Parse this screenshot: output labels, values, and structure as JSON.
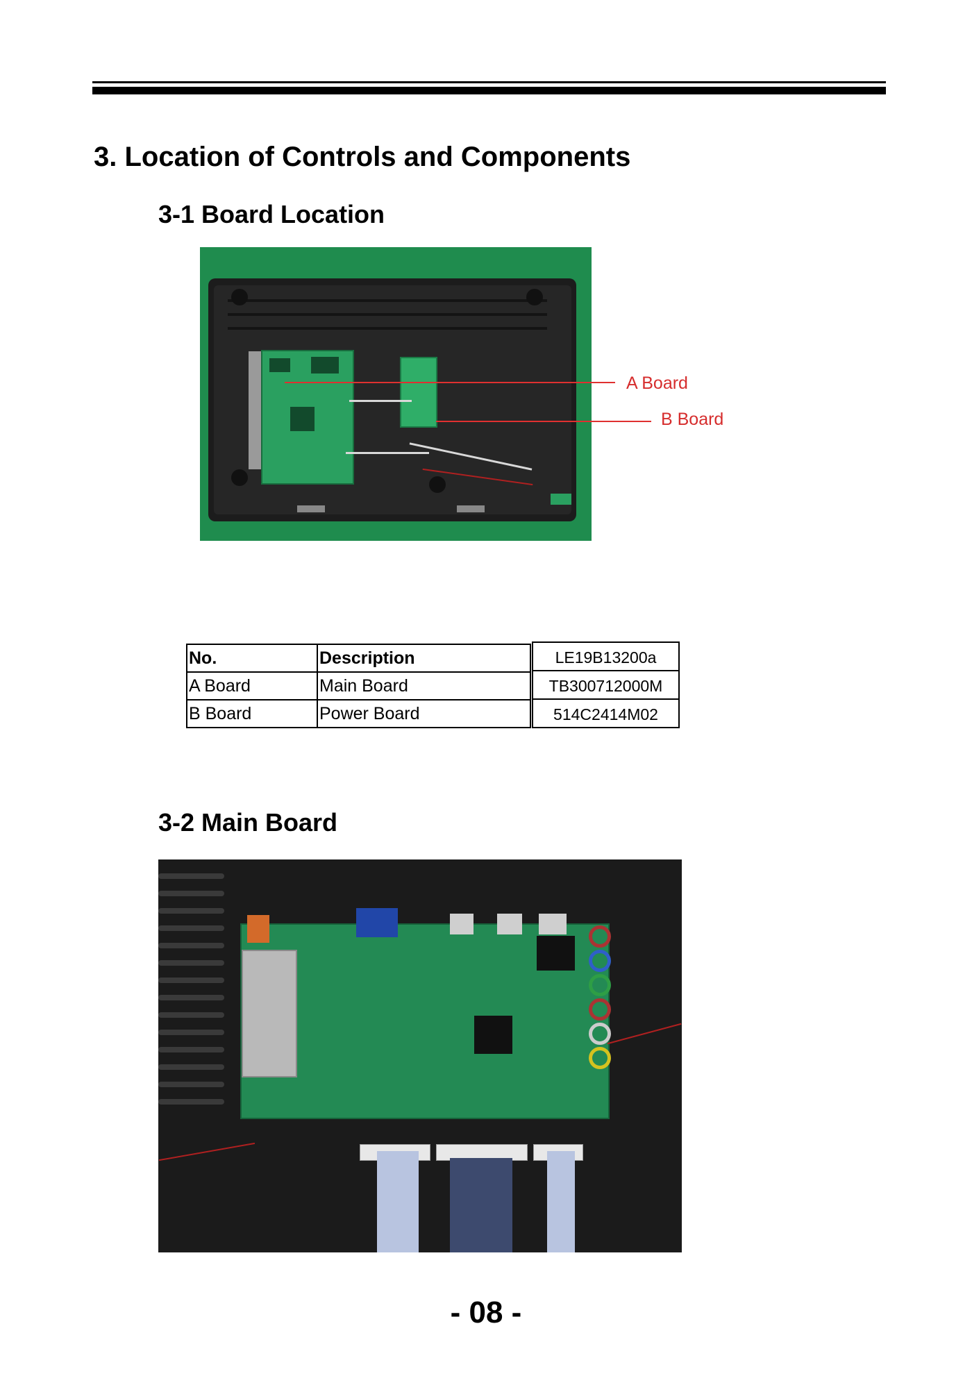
{
  "heading": "3. Location of Controls and Components",
  "section1": {
    "title": "3-1 Board Location",
    "callouts": {
      "a": "A  Board",
      "b": "B  Board"
    }
  },
  "table": {
    "headers": [
      "No.",
      "Description"
    ],
    "rows": [
      [
        "A  Board",
        "Main Board"
      ],
      [
        "B  Board",
        "Power Board"
      ]
    ],
    "codes": [
      "LE19B13200a",
      "TB300712000M",
      "514C2414M02"
    ]
  },
  "section2": {
    "title": "3-2 Main Board"
  },
  "page_number": "- 08 -",
  "colors": {
    "callout": "#d62d2d",
    "photo_bg": "#1f8c4e"
  }
}
